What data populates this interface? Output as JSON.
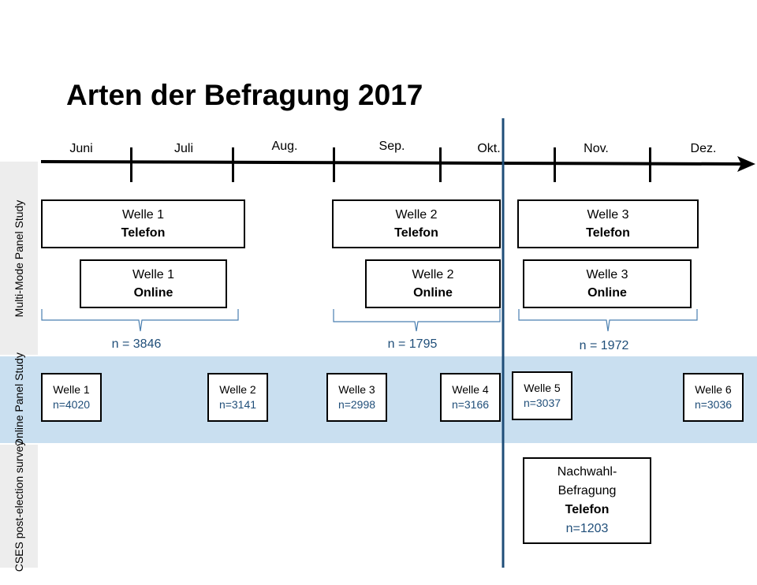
{
  "title": "Arten der Befragung 2017",
  "months": [
    "Juni",
    "Juli",
    "Aug.",
    "Sep.",
    "Okt.",
    "Nov.",
    "Dez."
  ],
  "rows": {
    "multi_mode": "Multi-Mode Panel Study",
    "online_panel": "Online Panel Study",
    "cses": "CSES post-election survey"
  },
  "multi_mode": {
    "telefon": [
      {
        "label": "Welle 1",
        "mode": "Telefon"
      },
      {
        "label": "Welle 2",
        "mode": "Telefon"
      },
      {
        "label": "Welle 3",
        "mode": "Telefon"
      }
    ],
    "online": [
      {
        "label": "Welle 1",
        "mode": "Online"
      },
      {
        "label": "Welle 2",
        "mode": "Online"
      },
      {
        "label": "Welle 3",
        "mode": "Online"
      }
    ],
    "n_labels": [
      "n = 3846",
      "n = 1795",
      "n = 1972"
    ]
  },
  "online_panel": [
    {
      "label": "Welle 1",
      "n": "n=4020"
    },
    {
      "label": "Welle 2",
      "n": "n=3141"
    },
    {
      "label": "Welle 3",
      "n": "n=2998"
    },
    {
      "label": "Welle 4",
      "n": "n=3166"
    },
    {
      "label": "Welle 5",
      "n": "n=3037"
    },
    {
      "label": "Welle 6",
      "n": "n=3036"
    }
  ],
  "cses": {
    "line1": "Nachwahl-",
    "line2": "Befragung",
    "mode": "Telefon",
    "n": "n=1203"
  },
  "colors": {
    "band": "#c9dff0",
    "sidebar": "#ededed",
    "election_line": "#1f4e79",
    "n_text": "#1f4e79"
  }
}
